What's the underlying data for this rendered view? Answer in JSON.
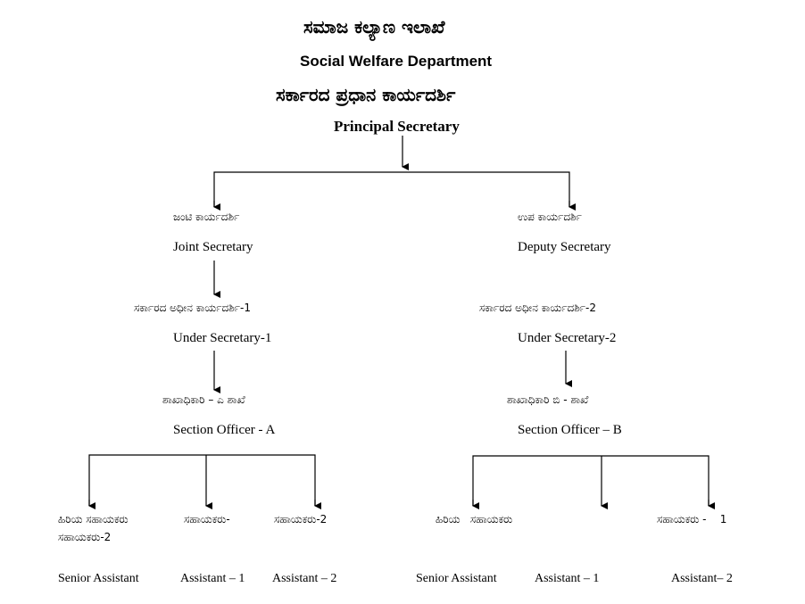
{
  "header": {
    "dept_kannada": "ಸಮಾಜ ಕಲ್ಯಾಣ ಇಲಾಖೆ",
    "dept_english": "Social Welfare Department",
    "ps_kannada": "ಸರ್ಕಾರದ ಪ್ರಧಾನ ಕಾರ್ಯದರ್ಶಿ",
    "ps_english": "Principal Secretary"
  },
  "left": {
    "level1_kannada": "ಜಂಟಿ ಕಾರ್ಯದರ್ಶಿ",
    "level1_english": "Joint Secretary",
    "level2_kannada": "ಸರ್ಕಾರದ ಅಧೀನ ಕಾರ್ಯದರ್ಶಿ-1",
    "level2_english": "Under Secretary-1",
    "level3_kannada": "ಶಾಖಾಧಿಕಾರಿ  – ಎ ಶಾಖೆ",
    "level3_english": "Section Officer - A",
    "staff_kannada": [
      "ಹಿರಿಯ ಸಹಾಯಕರು",
      "ಸಹಾಯಕರು-",
      "ಸಹಾಯಕರು-2"
    ],
    "staff_kannada_wrap": "ಸಹಾಯಕರು-2",
    "staff_english": [
      "Senior Assistant",
      "Assistant – 1",
      "Assistant – 2"
    ]
  },
  "right": {
    "level1_kannada": "ಉಪ ಕಾರ್ಯದರ್ಶಿ",
    "level1_english": "Deputy Secretary",
    "level2_kannada": "ಸರ್ಕಾರದ ಅಧೀನ ಕಾರ್ಯದರ್ಶಿ-2",
    "level2_english": "Under Secretary-2",
    "level3_kannada": "ಶಾಖಾಧಿಕಾರಿ  ಬಿ - ಶಾಖೆ",
    "level3_english": "Section Officer – B",
    "staff_kannada": [
      "ಹಿರಿಯ   ಸಹಾಯಕರು",
      "ಸಹಾಯಕರು -    1"
    ],
    "staff_english": [
      "Senior Assistant",
      "Assistant – 1",
      "Assistant– 2"
    ]
  }
}
